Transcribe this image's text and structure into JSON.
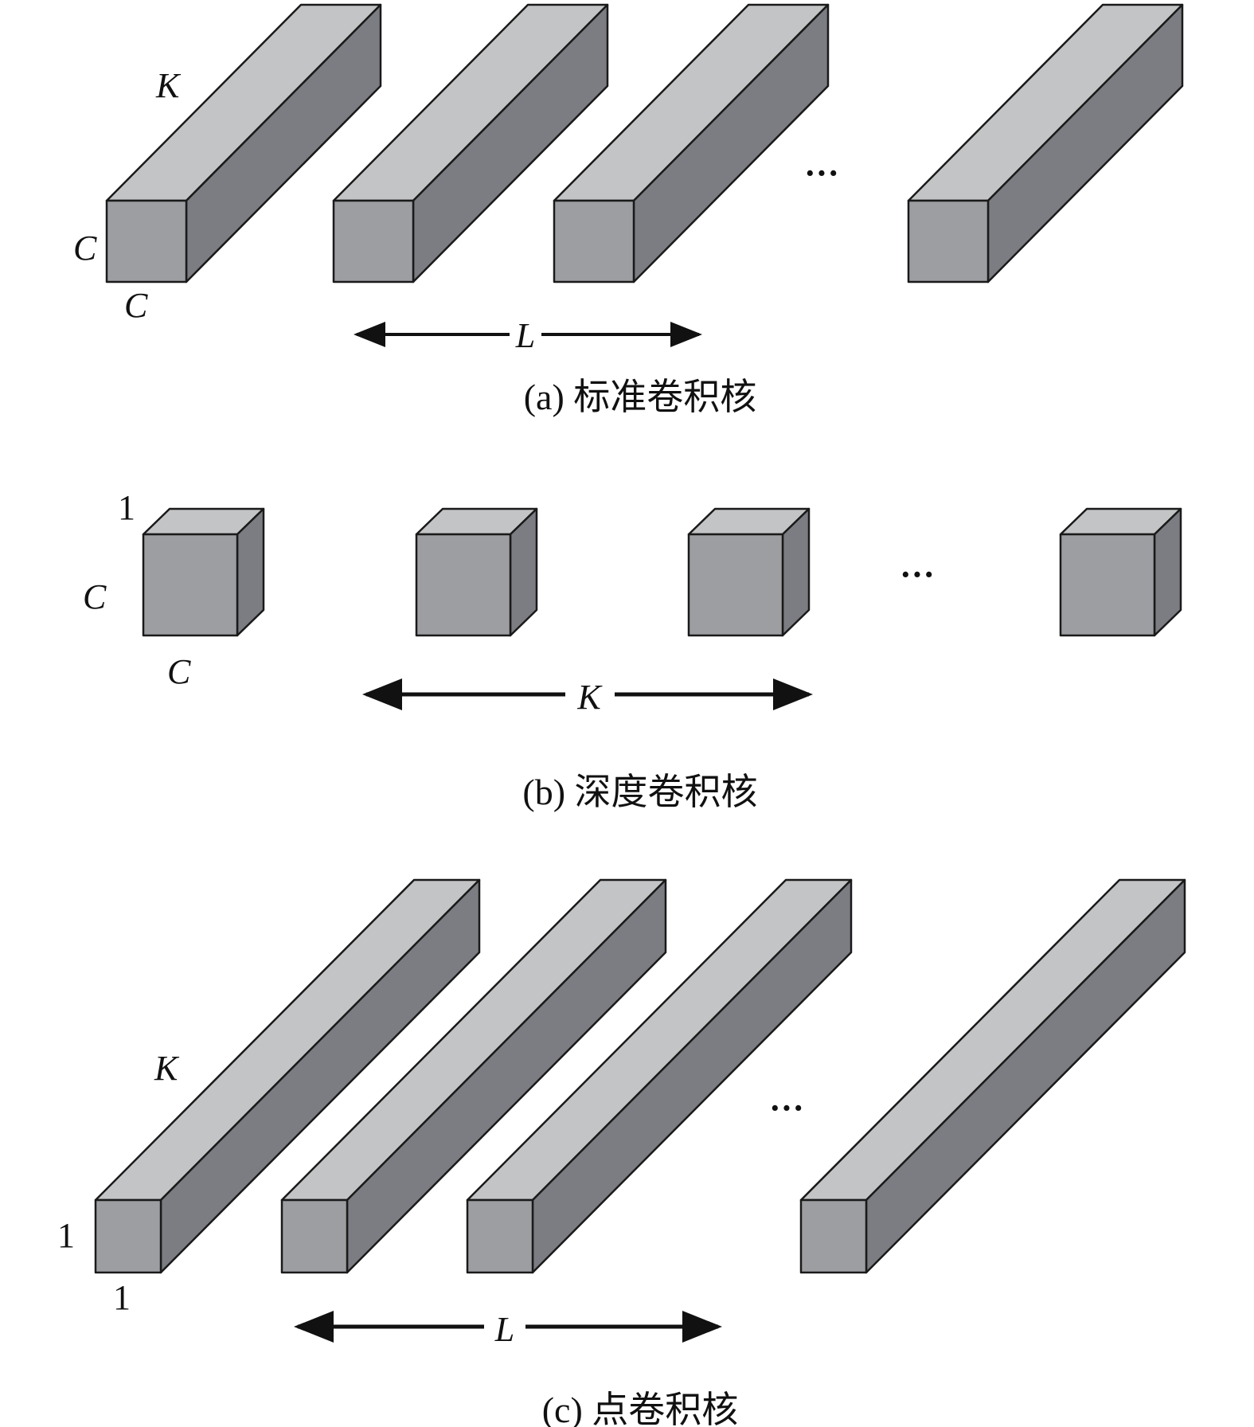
{
  "panel_a": {
    "caption": "(a) 标准卷积核",
    "label_length": "K",
    "label_height": "C",
    "label_width": "C",
    "label_count": "L",
    "ellipsis": "···"
  },
  "panel_b": {
    "caption": "(b) 深度卷积核",
    "label_depth": "1",
    "label_height": "C",
    "label_width": "C",
    "label_count": "K",
    "ellipsis": "···"
  },
  "panel_c": {
    "caption": "(c) 点卷积核",
    "label_length": "K",
    "label_height": "1",
    "label_width": "1",
    "label_count": "L",
    "ellipsis": "···"
  },
  "colors": {
    "front": "#9d9ea2",
    "top": "#c3c4c6",
    "side": "#7b7d82",
    "stroke": "#1a1a1a"
  }
}
